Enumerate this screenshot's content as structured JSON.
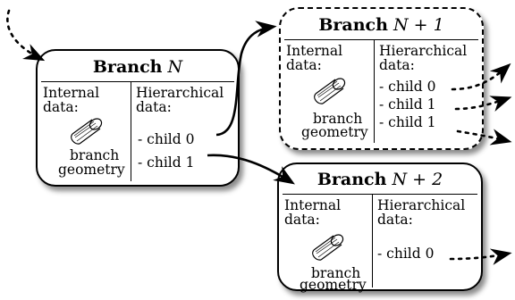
{
  "branches": [
    {
      "title_word": "Branch",
      "title_math": "N",
      "internal_label_1": "Internal",
      "internal_label_2": "data:",
      "hier_label_1": "Hierarchical",
      "hier_label_2": "data:",
      "geometry_label_1": "branch",
      "geometry_label_2": "geometry",
      "children": [
        "- child 0",
        "- child 1"
      ]
    },
    {
      "title_word": "Branch",
      "title_math": "N + 1",
      "internal_label_1": "Internal",
      "internal_label_2": "data:",
      "hier_label_1": "Hierarchical",
      "hier_label_2": "data:",
      "geometry_label_1": "branch",
      "geometry_label_2": "geometry",
      "children": [
        "- child 0",
        "- child 1",
        "- child 1"
      ]
    },
    {
      "title_word": "Branch",
      "title_math": "N + 2",
      "internal_label_1": "Internal",
      "internal_label_2": "data:",
      "hier_label_1": "Hierarchical",
      "hier_label_2": "data:",
      "geometry_label_1": "branch",
      "geometry_label_2": "geometry",
      "children": [
        "- child 0"
      ]
    }
  ]
}
